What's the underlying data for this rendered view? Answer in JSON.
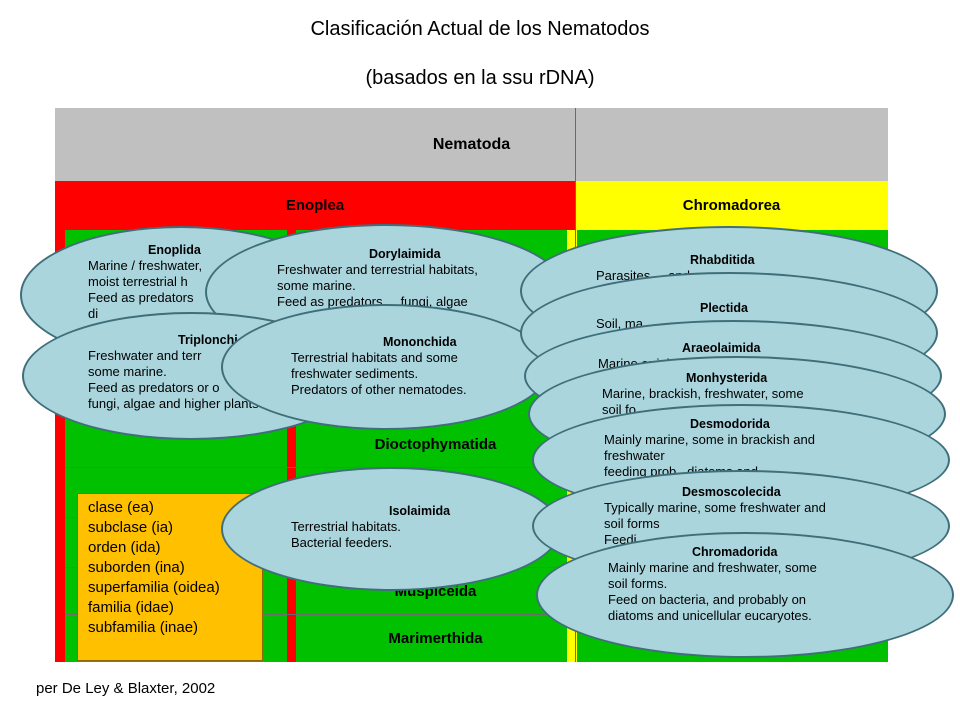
{
  "title": "Clasificación Actual de los Nematodos",
  "subtitle": "(basados en la ssu rDNA)",
  "table": {
    "root": "Nematoda",
    "class_left": "Enoplea",
    "class_right": "Chromadorea",
    "orders_visible": [
      "Dioctophymatida",
      "Muspiceida",
      "Marimerthida"
    ],
    "colors": {
      "root": "#c0c0c0",
      "enoplea": "#ff0000",
      "chromadorea": "#ffff00",
      "order": "#00c000",
      "legend": "#ffc000",
      "bubble": "#abd5dd"
    }
  },
  "legend": {
    "items": [
      "clase (ea)",
      "subclase (ia)",
      "orden (ida)",
      "suborden (ina)",
      "superfamilia (oidea)",
      "familia (idae)",
      "subfamilia (inae)"
    ]
  },
  "reference": "per De Ley & Blaxter, 2002",
  "bubbles": {
    "enoplida": {
      "name": "Enoplida",
      "lines": [
        "Marine / freshwater,",
        "moist terrestrial h",
        "Feed as predators",
        "di"
      ]
    },
    "dorylaimida": {
      "name": "Dorylaimida",
      "lines": [
        "Freshwater and terrestrial habitats,",
        "some marine.",
        "Feed as predators..., fungi, algae"
      ]
    },
    "triplonchida": {
      "name": "Triplonchi",
      "lines": [
        "Freshwater and terr",
        "some marine.",
        "Feed as predators or o",
        "fungi, algae and higher plants"
      ]
    },
    "mononchida": {
      "name": "Mononchida",
      "lines": [
        "Terrestrial habitats and some",
        "freshwater sediments.",
        "Predators of other nematodes."
      ]
    },
    "isolaimida": {
      "name": "Isolaimida",
      "lines": [
        "Terrestrial habitats.",
        "Bacterial feeders."
      ]
    },
    "rhabditida": {
      "name": "Rhabditida",
      "lines": [
        "Parasites ... and",
        "..."
      ]
    },
    "plectida": {
      "name": "Plectida",
      "lines": [
        "Soil, ma..."
      ]
    },
    "araeolaimida": {
      "name": "Araeolaimida",
      "lines": [
        "Marine or inl...ter"
      ]
    },
    "monhysterida": {
      "name": "Monhysterida",
      "lines": [
        "Marine, brackish, freshwater, some",
        "soil fo..."
      ]
    },
    "desmodorida": {
      "name": "Desmodorida",
      "lines": [
        "Mainly marine, some in brackish and",
        "freshwater",
        "feeding prob...diatoms and"
      ]
    },
    "desmoscolecida": {
      "name": "Desmoscolecida",
      "lines": [
        "Typically marine, some freshwater and",
        "soil forms",
        "Feedi..."
      ]
    },
    "chromadorida": {
      "name": "Chromadorida",
      "lines": [
        "Mainly marine and freshwater, some",
        "soil forms.",
        "Feed on bacteria, and probably on",
        "diatoms and unicellular eucaryotes."
      ]
    }
  }
}
